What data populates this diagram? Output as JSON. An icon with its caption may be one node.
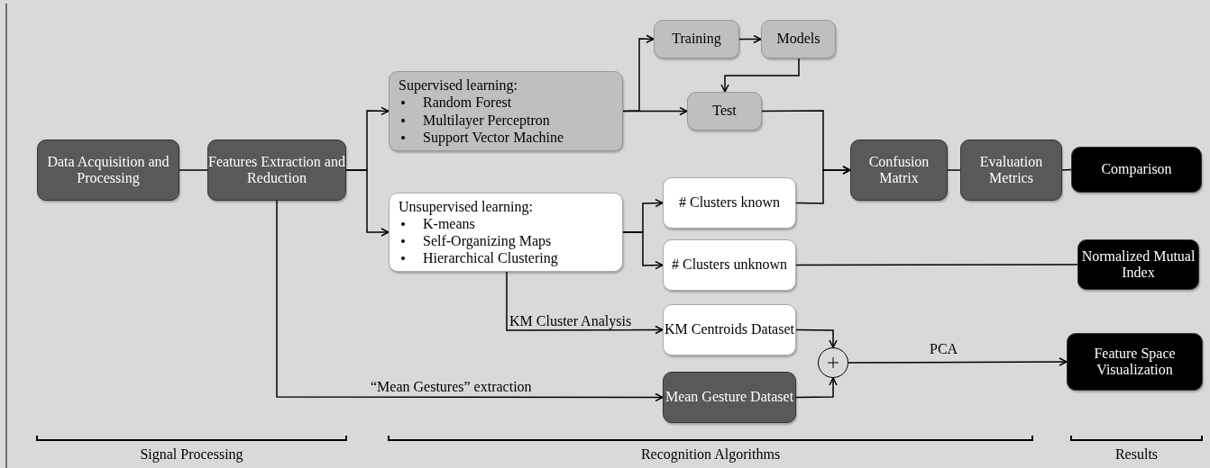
{
  "diagram": {
    "nodes": [
      {
        "text": [
          "Data Acquisition and Processing"
        ]
      },
      {
        "text": [
          "Features Extraction and Reduction"
        ]
      },
      {
        "text": [
          "Supervised learning:",
          "Random Forest",
          "Multilayer Perceptron",
          "Support Vector Machine"
        ]
      },
      {
        "text": [
          "Unsupervised learning:",
          "K-means",
          "Self-Organizing Maps",
          "Hierarchical Clustering"
        ]
      },
      {
        "text": [
          "Training"
        ]
      },
      {
        "text": [
          "Models"
        ]
      },
      {
        "text": [
          "Test"
        ]
      },
      {
        "text": [
          "# Clusters known"
        ]
      },
      {
        "text": [
          "# Clusters unknown"
        ]
      },
      {
        "text": [
          "Confusion Matrix"
        ]
      },
      {
        "text": [
          "Evaluation Metrics"
        ]
      },
      {
        "text": [
          "Comparison"
        ]
      },
      {
        "text": [
          "Normalized Mutual Index"
        ]
      },
      {
        "text": [
          "KM Centroids Dataset"
        ]
      },
      {
        "text": [
          "Mean Gesture Dataset"
        ]
      },
      {
        "text": [],
        "shape": "circle"
      },
      {
        "text": [
          "Feature Space Visualization"
        ]
      }
    ],
    "edges": [
      {
        "from": 0,
        "to": 1,
        "arrow": "none"
      },
      {
        "from": 1,
        "to": 2,
        "arrow": "to"
      },
      {
        "from": 1,
        "to": 3,
        "arrow": "to"
      },
      {
        "from": 2,
        "to": 4,
        "arrow": "to"
      },
      {
        "from": 2,
        "to": 6,
        "arrow": "to"
      },
      {
        "from": 4,
        "to": 5,
        "arrow": "to"
      },
      {
        "from": 5,
        "to": 6,
        "arrow": "to"
      },
      {
        "from": 6,
        "to": 9,
        "arrow": "to"
      },
      {
        "from": 7,
        "to": 9,
        "arrow": "to"
      },
      {
        "from": 3,
        "to": 7,
        "arrow": "to"
      },
      {
        "from": 3,
        "to": 8,
        "arrow": "to"
      },
      {
        "from": 8,
        "to": 12,
        "arrow": "none"
      },
      {
        "from": 3,
        "to": 13,
        "arrow": "to",
        "label": "KM Cluster Analysis"
      },
      {
        "from": 1,
        "to": 14,
        "arrow": "to",
        "label": "“Mean Gestures” extraction"
      },
      {
        "from": 13,
        "to": 15,
        "arrow": "to"
      },
      {
        "from": 14,
        "to": 15,
        "arrow": "to"
      },
      {
        "from": 15,
        "to": 16,
        "arrow": "to",
        "label": "PCA"
      },
      {
        "from": 9,
        "to": 10,
        "arrow": "none"
      },
      {
        "from": 10,
        "to": 11,
        "arrow": "none"
      }
    ],
    "labels": [
      "Signal Processing",
      "Recognition Algorithms",
      "Results"
    ]
  }
}
